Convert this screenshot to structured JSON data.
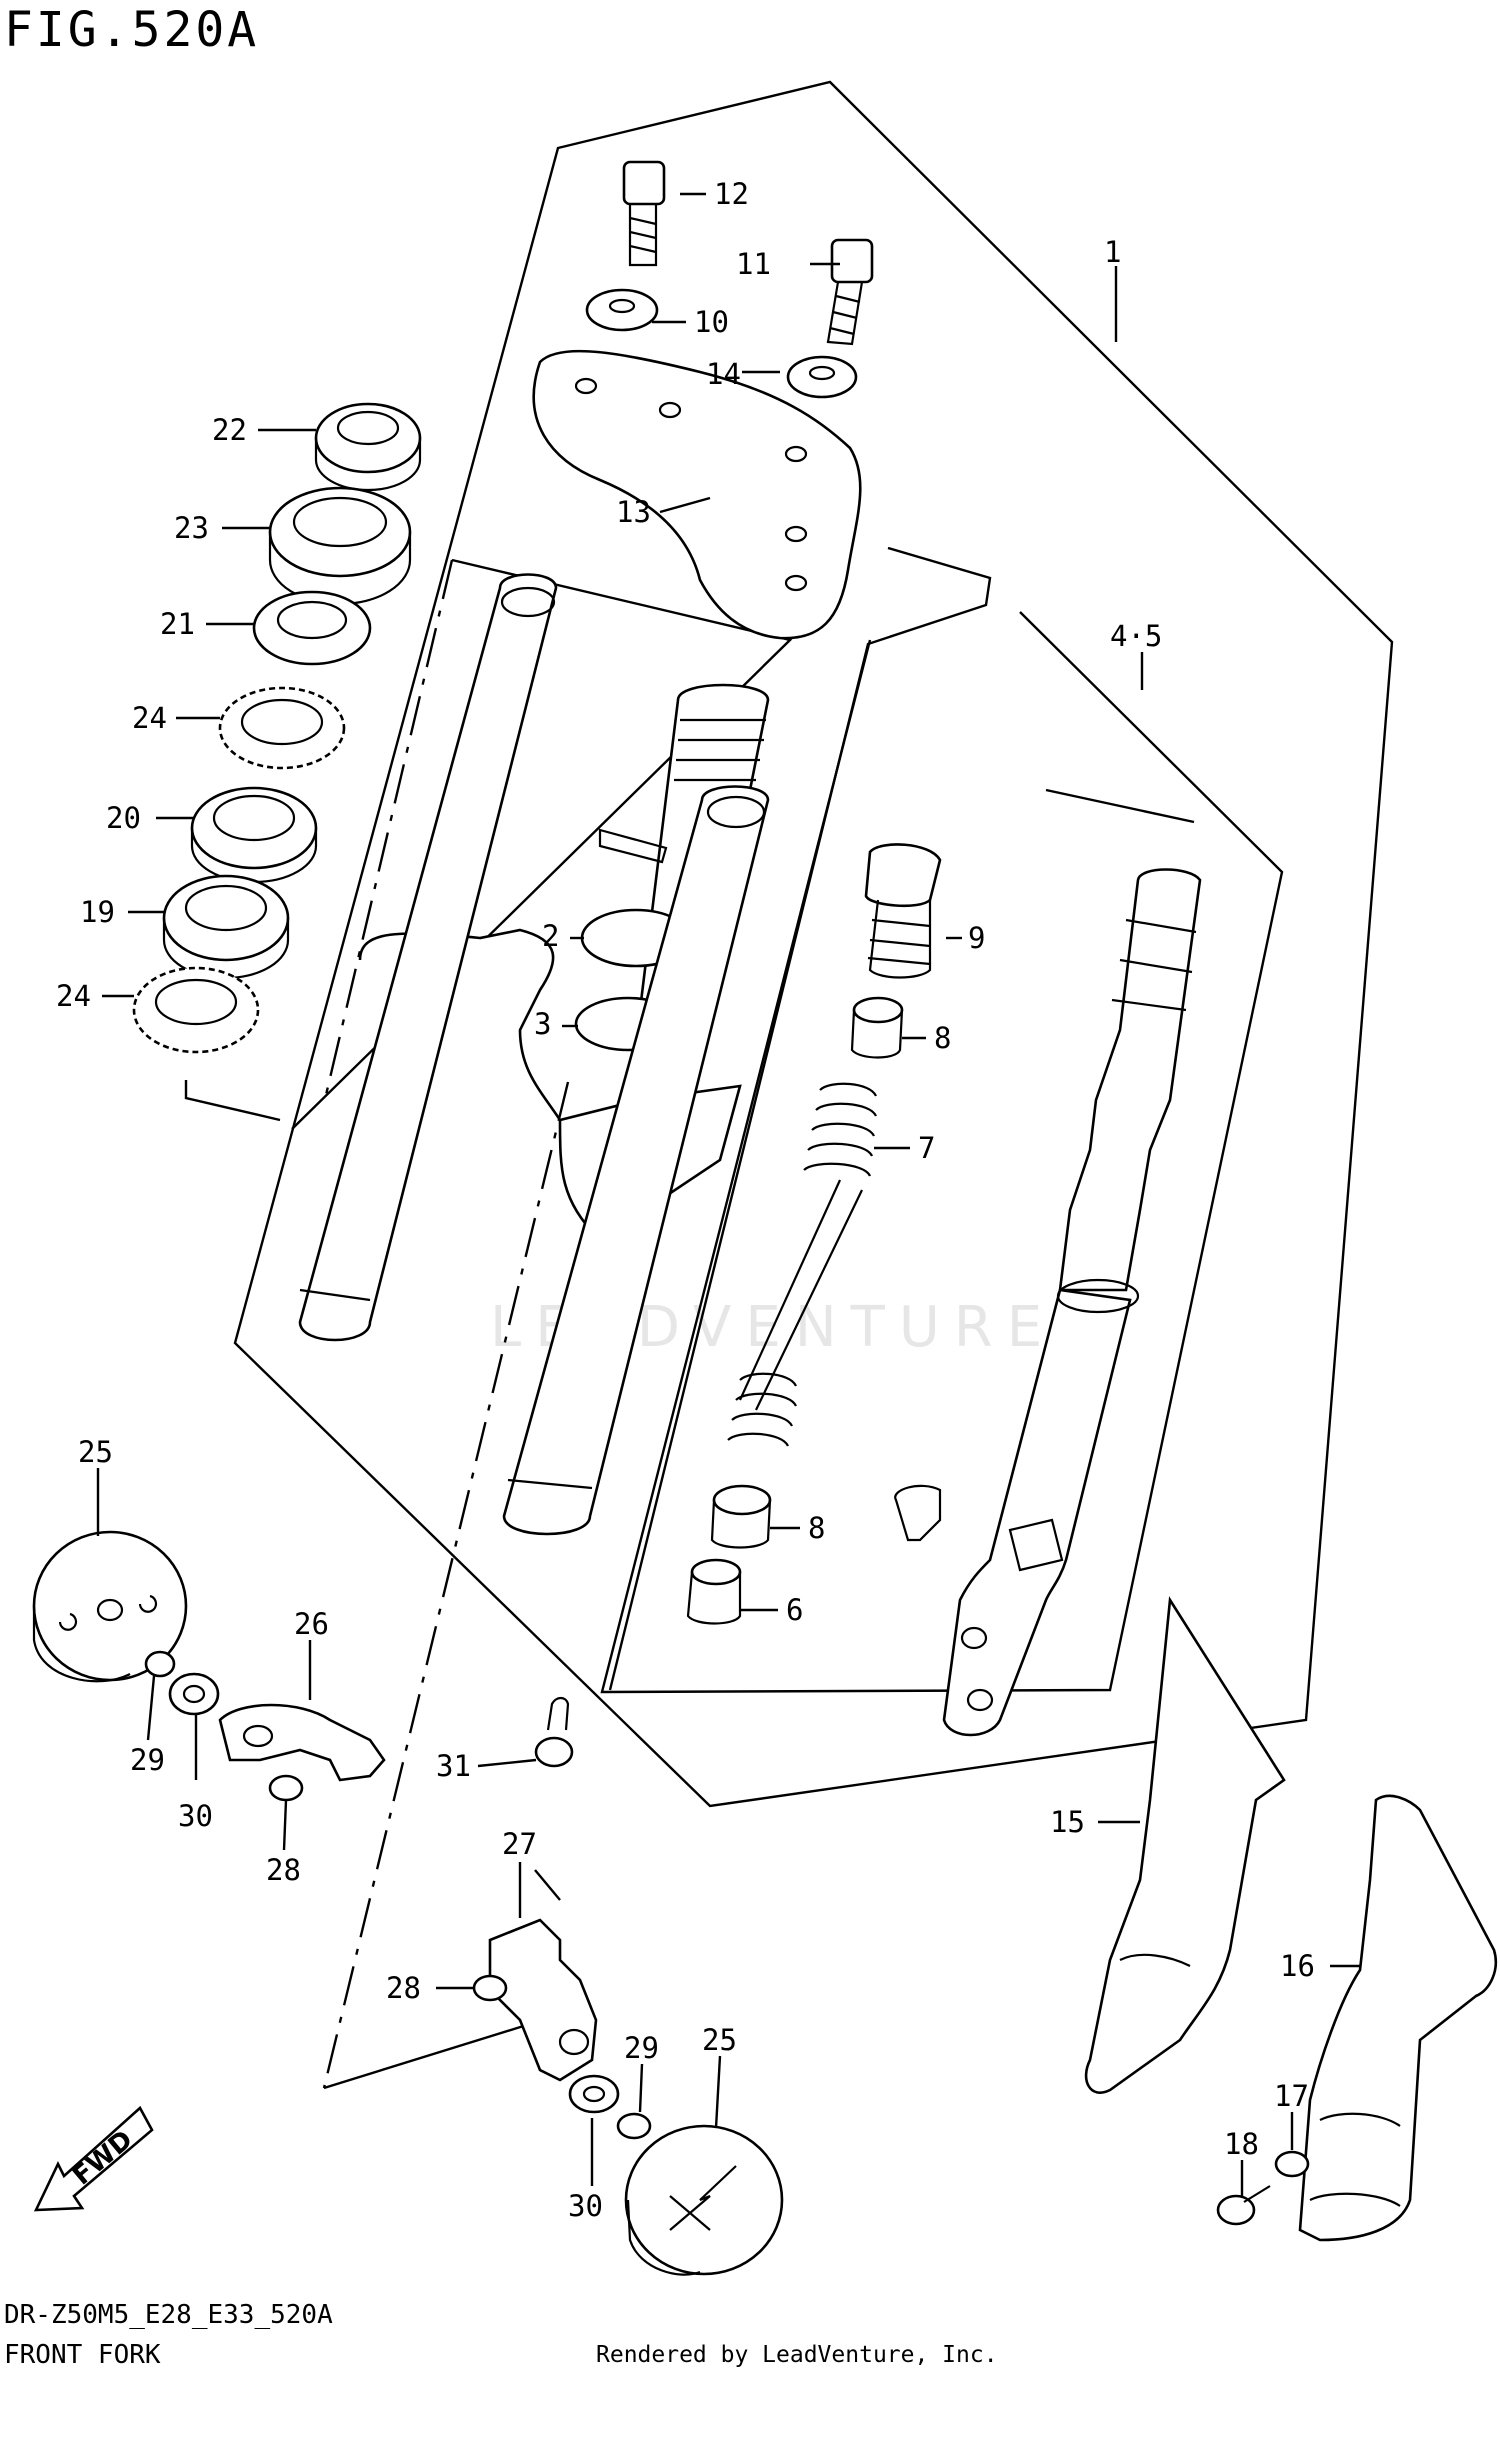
{
  "figure": {
    "title": "FIG.520A",
    "model_code": "DR-Z50M5_E28_E33_520A",
    "name": "FRONT FORK",
    "credit": "Rendered by LeadVenture, Inc.",
    "watermark": "LEADVENTURE"
  },
  "callouts": {
    "c1": "1",
    "c2": "2",
    "c3": "3",
    "c45": "4·5",
    "c6": "6",
    "c7": "7",
    "c8a": "8",
    "c8b": "8",
    "c9": "9",
    "c10": "10",
    "c11": "11",
    "c12": "12",
    "c13": "13",
    "c14": "14",
    "c15": "15",
    "c16": "16",
    "c17": "17",
    "c18": "18",
    "c19": "19",
    "c20": "20",
    "c21": "21",
    "c22": "22",
    "c23": "23",
    "c24a": "24",
    "c24b": "24",
    "c25a": "25",
    "c25b": "25",
    "c26": "26",
    "c27": "27",
    "c28a": "28",
    "c28b": "28",
    "c29a": "29",
    "c29b": "29",
    "c30a": "30",
    "c30b": "30",
    "c31": "31"
  },
  "fwd_label": "FWD"
}
